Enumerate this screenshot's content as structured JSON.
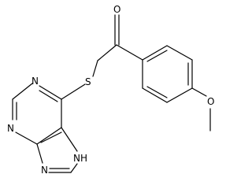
{
  "molecule": {
    "atoms": {
      "o_carbonyl": "O",
      "sulfur": "S",
      "o_methoxy": "O",
      "n1": "N",
      "n3": "N",
      "n9": "N",
      "n7h": "NH"
    }
  }
}
